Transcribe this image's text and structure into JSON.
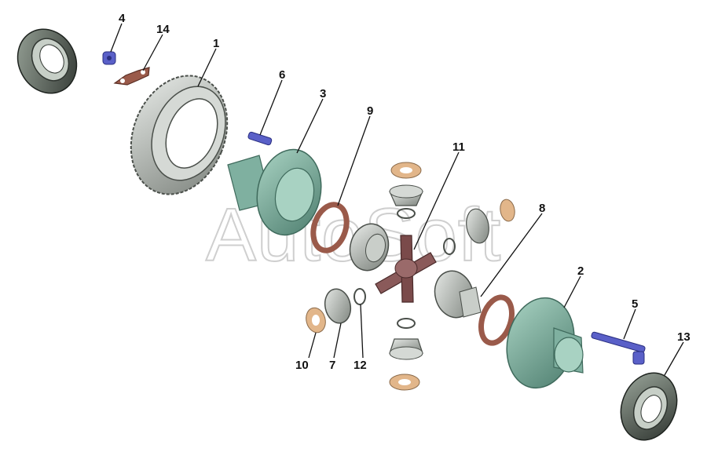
{
  "watermark": "AutoSoft",
  "callouts": {
    "c1": "1",
    "c2": "2",
    "c3": "3",
    "c4": "4",
    "c5": "5",
    "c6": "6",
    "c7": "7",
    "c8": "8",
    "c9": "9",
    "c10": "10",
    "c11": "11",
    "c12": "12",
    "c13": "13",
    "c14": "14"
  },
  "colors": {
    "bearing": "#6e7a6e",
    "bearing_dark": "#2f3530",
    "ring_gear": "#c9cec9",
    "housing": "#7fb0a0",
    "housing_dark": "#4f7f70",
    "gasket": "#9a5a4a",
    "washer": "#e2b68a",
    "spider": "#8a5a5a",
    "bolt": "#5a60c8",
    "gear": "#b9bdb9"
  }
}
